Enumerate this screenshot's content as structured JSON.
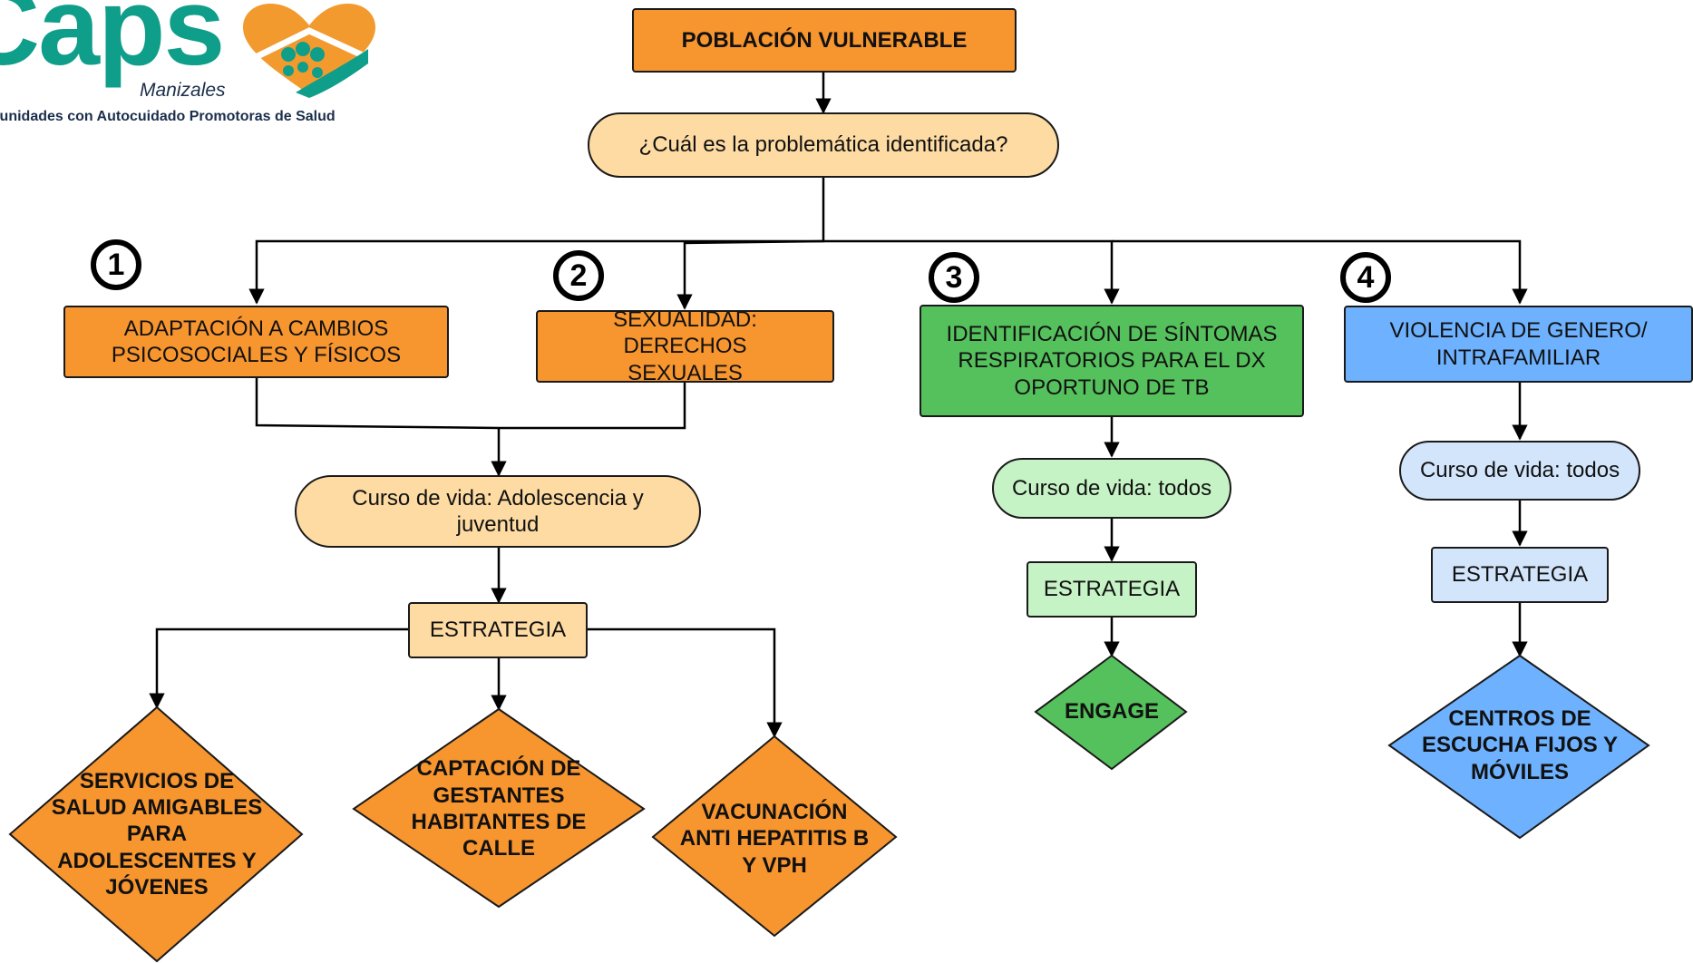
{
  "logo": {
    "brand": "Caps",
    "city": "Manizales",
    "tagline": "Comunidades con Autocuidado Promotoras de Salud",
    "colors": {
      "brand_navy": "#1B2E4B",
      "brand_teal": "#0E9E8A",
      "heart_orange": "#F29A2E"
    }
  },
  "colors": {
    "orange": "#F7952F",
    "peach": "#FDDBA3",
    "green": "#55C15C",
    "light_green": "#C6F3C6",
    "blue": "#6DB1FF",
    "light_blue": "#D3E5FB"
  },
  "root": {
    "label": "POBLACIÓN VULNERABLE"
  },
  "question": {
    "label": "¿Cuál es la problemática identificada?"
  },
  "branches": [
    {
      "number": "1",
      "label": "ADAPTACIÓN A CAMBIOS PSICOSOCIALES Y FÍSICOS"
    },
    {
      "number": "2",
      "label": "SEXUALIDAD: DERECHOS SEXUALES"
    },
    {
      "number": "3",
      "label": "IDENTIFICACIÓN DE SÍNTOMAS RESPIRATORIOS PARA EL DX OPORTUNO DE TB",
      "life_course": "Curso de vida:  todos",
      "strategy": "ESTRATEGIA",
      "action": "ENGAGE"
    },
    {
      "number": "4",
      "label": "VIOLENCIA DE GENERO/ INTRAFAMILIAR",
      "life_course": "Curso de vida: todos",
      "strategy": "ESTRATEGIA",
      "action": "CENTROS DE ESCUCHA FIJOS Y MÓVILES"
    }
  ],
  "shared": {
    "life_course": "Curso de vida: Adolescencia y juventud",
    "strategy": "ESTRATEGIA",
    "actions": [
      "SERVICIOS DE SALUD AMIGABLES PARA ADOLESCENTES Y JÓVENES",
      "CAPTACIÓN DE GESTANTES HABITANTES DE CALLE",
      "VACUNACIÓN ANTI HEPATITIS B Y VPH"
    ]
  }
}
